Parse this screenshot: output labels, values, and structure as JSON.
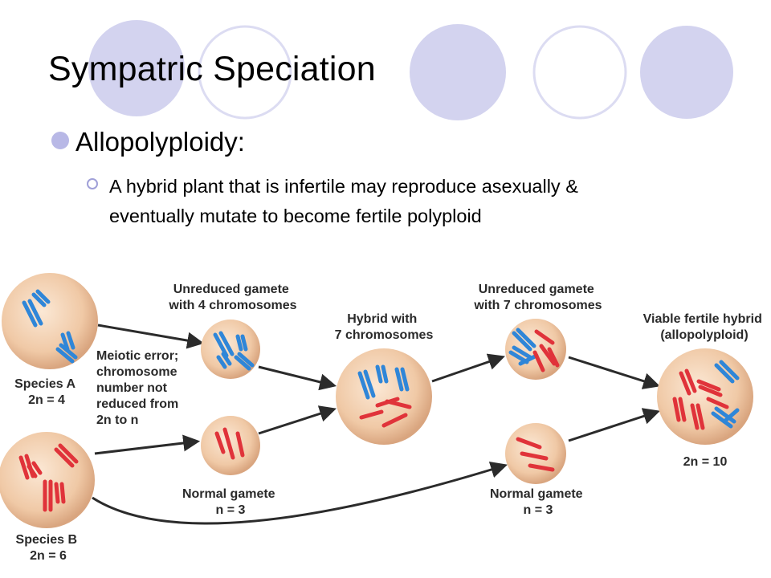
{
  "slide": {
    "title": "Sympatric Speciation",
    "bullet": "Allopolyploidy:",
    "sub_bullet": "A hybrid plant that is infertile may reproduce asexually & eventually mutate to become fertile polyploid"
  },
  "figure": {
    "labels": {
      "unreduced_gamete_4": [
        "Unreduced gamete",
        "with 4 chromosomes"
      ],
      "meiotic_error": [
        "Meiotic error;",
        "chromosome",
        "number not",
        "reduced from",
        "2n to n"
      ],
      "species_a": [
        "Species A",
        "2n = 4"
      ],
      "species_b": [
        "Species B",
        "2n = 6"
      ],
      "normal_gamete_left": [
        "Normal gamete",
        "n = 3"
      ],
      "hybrid": [
        "Hybrid with",
        "7 chromosomes"
      ],
      "unreduced_gamete_7": [
        "Unreduced gamete",
        "with 7 chromosomes"
      ],
      "normal_gamete_right": [
        "Normal gamete",
        "n = 3"
      ],
      "viable_hybrid": [
        "Viable fertile hybrid",
        "(allopolyploid)"
      ],
      "viable_count": "2n = 10"
    }
  },
  "colors": {
    "accent_filled": "#b8b8e6",
    "accent_ring": "#d6d6f0",
    "chromosome_blue": "#2f86d8",
    "chromosome_red": "#e0333a",
    "cell_fill": "#f0c9a6",
    "arrow": "#2b2b2b"
  }
}
